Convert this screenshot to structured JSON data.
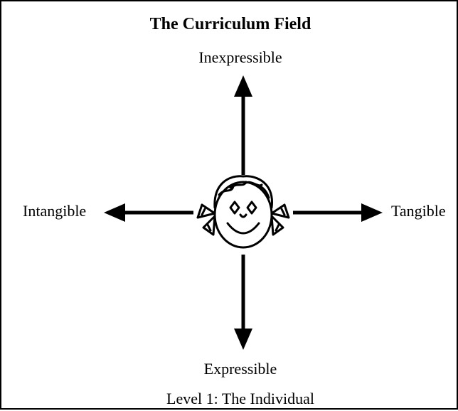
{
  "title": "The Curriculum Field",
  "axes": {
    "top": "Inexpressible",
    "bottom": "Expressible",
    "left": "Intangible",
    "right": "Tangible"
  },
  "caption": "Level 1: The Individual",
  "colors": {
    "ink": "#000000",
    "background": "#ffffff"
  },
  "icons": {
    "center": "child-face-icon"
  }
}
